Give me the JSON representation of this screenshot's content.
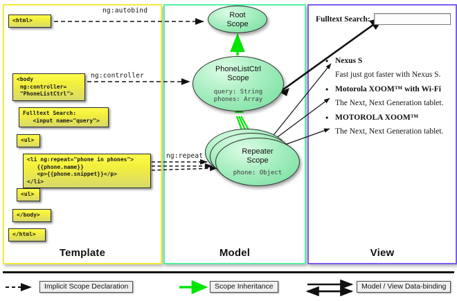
{
  "panels": [
    {
      "id": "template",
      "title": "Template",
      "border": "#f2ec36"
    },
    {
      "id": "model",
      "title": "Model",
      "border": "#4ff2a2"
    },
    {
      "id": "view",
      "title": "View",
      "border": "#7b5cf0"
    }
  ],
  "template": {
    "boxes": [
      {
        "name": "html-open",
        "code": "<html>"
      },
      {
        "name": "body-open",
        "code": "<body\n ng:controller=\n \"PhoneListCtrl\">"
      },
      {
        "name": "fulltext-search",
        "code": "Fulltext Search:\n   <input name=\"query\">"
      },
      {
        "name": "ul-open",
        "code": "<ul>"
      },
      {
        "name": "li-repeat",
        "code": "<li ng:repeat=\"phone in phones\">\n   {{phone.name}}\n   <p>{{phone.snippet}}</p>\n</li>"
      },
      {
        "name": "ul-close",
        "code": "<ul>"
      },
      {
        "name": "body-close",
        "code": "</body>"
      },
      {
        "name": "html-close",
        "code": "</html>"
      }
    ]
  },
  "connector_labels": {
    "autobind": "ng:autobind",
    "controller": "ng:controller",
    "repeat": "ng:repeat"
  },
  "model": {
    "scopes": [
      {
        "name": "root-scope",
        "title_line1": "Root",
        "title_line2": "Scope",
        "props": []
      },
      {
        "name": "phonelistctrl-scope",
        "title_line1": "PhoneListCtrl",
        "title_line2": "Scope",
        "props": [
          {
            "text": "query: String",
            "bold": true
          },
          {
            "text": "phones: Array",
            "bold": false
          }
        ]
      },
      {
        "name": "repeater-scope",
        "title_line1": "Repeater",
        "title_line2": "Scope",
        "props": [
          {
            "text": "phone: Object",
            "bold": false
          }
        ]
      }
    ]
  },
  "view": {
    "search_label": "Fulltext Search:",
    "search_value": "",
    "search_placeholder": "",
    "phones": [
      {
        "name": "Nexus S",
        "snippet": "Fast just got faster with Nexus S."
      },
      {
        "name": "Motorola XOOM™  with Wi-Fi",
        "snippet": "The Next, Next Generation tablet."
      },
      {
        "name": "MOTOROLA XOOM™",
        "snippet": "The Next, Next Generation tablet."
      }
    ]
  },
  "legend": [
    {
      "name": "implicit-scope-declaration",
      "label": "Implicit Scope Declaration",
      "style": "dashed-arrow",
      "color": "#111111"
    },
    {
      "name": "scope-inheritance",
      "label": "Scope Inheritance",
      "style": "solid-arrow",
      "color": "#00e500"
    },
    {
      "name": "model-view-data-binding",
      "label": "Model / View Data-binding",
      "style": "double-arrow",
      "color": "#111111"
    }
  ],
  "colors": {
    "template_border": "#f2ec36",
    "model_border": "#4ff2a2",
    "view_border": "#7b5cf0",
    "code_box_fill": "#f3ef3c",
    "scope_fill": "#a6eec0",
    "inheritance_arrow": "#00e500"
  }
}
